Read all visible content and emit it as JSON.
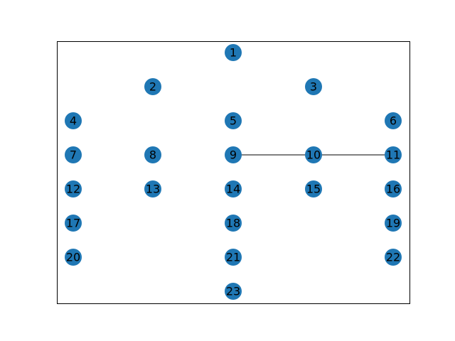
{
  "colors": {
    "node": "#1f77b4",
    "edge": "#000000",
    "label": "#000000",
    "frame": "#000000"
  },
  "graph": {
    "nodes": [
      {
        "id": "1"
      },
      {
        "id": "2"
      },
      {
        "id": "3"
      },
      {
        "id": "4"
      },
      {
        "id": "5"
      },
      {
        "id": "6"
      },
      {
        "id": "7"
      },
      {
        "id": "8"
      },
      {
        "id": "9"
      },
      {
        "id": "10"
      },
      {
        "id": "11"
      },
      {
        "id": "12"
      },
      {
        "id": "13"
      },
      {
        "id": "14"
      },
      {
        "id": "15"
      },
      {
        "id": "16"
      },
      {
        "id": "17"
      },
      {
        "id": "18"
      },
      {
        "id": "19"
      },
      {
        "id": "20"
      },
      {
        "id": "21"
      },
      {
        "id": "22"
      },
      {
        "id": "23"
      }
    ],
    "edges": [
      {
        "from": "9",
        "to": "10"
      },
      {
        "from": "10",
        "to": "11"
      }
    ]
  }
}
